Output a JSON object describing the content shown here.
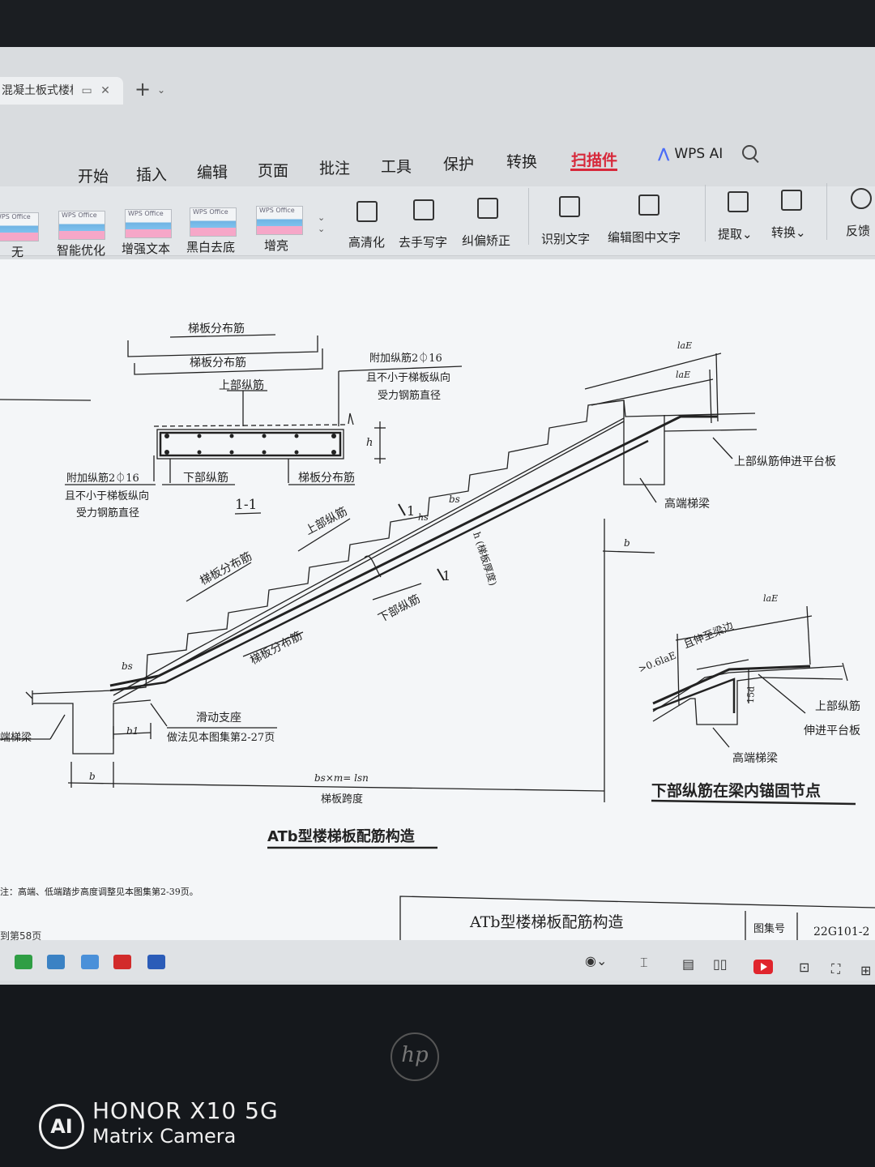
{
  "tab": {
    "title": "混凝土板式楼梯"
  },
  "menu": {
    "items": [
      "开始",
      "插入",
      "编辑",
      "页面",
      "批注",
      "工具",
      "保护",
      "转换",
      "扫描件"
    ],
    "active": "扫描件",
    "ai_label": "WPS AI"
  },
  "ribbon": {
    "filters": [
      {
        "thumb": "WPS Office",
        "label": "无"
      },
      {
        "thumb": "WPS Office",
        "label": "智能优化"
      },
      {
        "thumb": "WPS Office",
        "label": "增强文本"
      },
      {
        "thumb": "WPS Office",
        "label": "黑白去底"
      },
      {
        "thumb": "WPS Office",
        "label": "增亮"
      }
    ],
    "tools": [
      "高清化",
      "去手写字",
      "纠偏矫正",
      "识别文字",
      "编辑图中文字",
      "提取",
      "转换",
      "反馈"
    ]
  },
  "drawing": {
    "section": {
      "title": "1-1",
      "top_dist": "梯板分布筋",
      "dist_inner": "梯板分布筋",
      "top_long": "上部纵筋",
      "bottom_long": "下部纵筋",
      "dist_right": "梯板分布筋",
      "add_left_1": "附加纵筋2⏀16",
      "add_left_2": "且不小于梯板纵向",
      "add_left_3": "受力钢筋直径",
      "add_right_1": "附加纵筋2⏀16",
      "add_right_2": "且不小于梯板纵向",
      "add_right_3": "受力钢筋直径",
      "h": "h"
    },
    "stair": {
      "laE_1": "laE",
      "laE_2": "laE",
      "top_extend": "上部纵筋伸进平台板",
      "high_beam": "高端梯梁",
      "bs_upper": "bs",
      "hs": "hs",
      "thickness": "h (梯板厚度)",
      "cut_1": "1",
      "cut_2": "1",
      "top_long": "上部纵筋",
      "dist_1": "梯板分布筋",
      "bottom_long": "下部纵筋",
      "dist_2": "梯板分布筋",
      "bs_lower": "bs",
      "b1": "b1",
      "b_left": "b",
      "b_right": "b",
      "sliding_1": "滑动支座",
      "sliding_2": "做法见本图集第2-27页",
      "low_beam": "端梯梁",
      "span_formula": "bs×m= lsn",
      "span_label": "梯板跨度",
      "caption": "ATb型楼梯板配筋构造"
    },
    "detail": {
      "laE": "laE",
      "dim_06": ">0.6laE",
      "extend_to_edge": "且伸至梁边",
      "d15": "15d",
      "top_long_1": "上部纵筋",
      "top_long_2": "伸进平台板",
      "high_beam": "高端梯梁",
      "caption": "下部纵筋在梁内锚固节点"
    },
    "note": "注：高端、低端踏步高度调整见本图集第2-39页。",
    "title_block": {
      "title": "ATb型楼梯板配筋构造",
      "atlas_label": "图集号",
      "atlas_no": "22G101-2"
    }
  },
  "status": {
    "page": "到第58页"
  },
  "camera": {
    "model": "HONOR X10 5G",
    "mode": "Matrix Camera",
    "badge": "AI"
  },
  "laptop": {
    "brand": "hp"
  }
}
